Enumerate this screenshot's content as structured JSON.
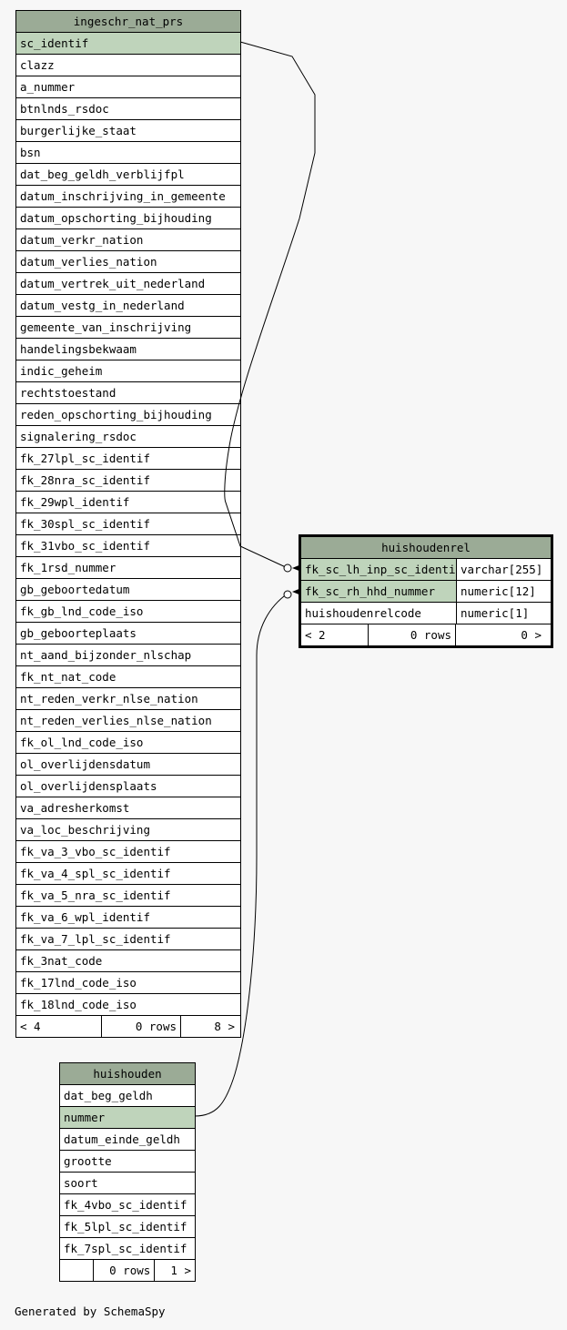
{
  "tables": {
    "ingeschr_nat_prs": {
      "title": "ingeschr_nat_prs",
      "columns": [
        "sc_identif",
        "clazz",
        "a_nummer",
        "btnlnds_rsdoc",
        "burgerlijke_staat",
        "bsn",
        "dat_beg_geldh_verblijfpl",
        "datum_inschrijving_in_gemeente",
        "datum_opschorting_bijhouding",
        "datum_verkr_nation",
        "datum_verlies_nation",
        "datum_vertrek_uit_nederland",
        "datum_vestg_in_nederland",
        "gemeente_van_inschrijving",
        "handelingsbekwaam",
        "indic_geheim",
        "rechtstoestand",
        "reden_opschorting_bijhouding",
        "signalering_rsdoc",
        "fk_27lpl_sc_identif",
        "fk_28nra_sc_identif",
        "fk_29wpl_identif",
        "fk_30spl_sc_identif",
        "fk_31vbo_sc_identif",
        "fk_1rsd_nummer",
        "gb_geboortedatum",
        "fk_gb_lnd_code_iso",
        "gb_geboorteplaats",
        "nt_aand_bijzonder_nlschap",
        "fk_nt_nat_code",
        "nt_reden_verkr_nlse_nation",
        "nt_reden_verlies_nlse_nation",
        "fk_ol_lnd_code_iso",
        "ol_overlijdensdatum",
        "ol_overlijdensplaats",
        "va_adresherkomst",
        "va_loc_beschrijving",
        "fk_va_3_vbo_sc_identif",
        "fk_va_4_spl_sc_identif",
        "fk_va_5_nra_sc_identif",
        "fk_va_6_wpl_identif",
        "fk_va_7_lpl_sc_identif",
        "fk_3nat_code",
        "fk_17lnd_code_iso",
        "fk_18lnd_code_iso"
      ],
      "footer": {
        "left": "< 4",
        "middle": "0 rows",
        "right": "8 >"
      }
    },
    "huishoudenrel": {
      "title": "huishoudenrel",
      "columns": [
        {
          "name": "fk_sc_lh_inp_sc_identif",
          "type": "varchar[255]"
        },
        {
          "name": "fk_sc_rh_hhd_nummer",
          "type": "numeric[12]"
        },
        {
          "name": "huishoudenrelcode",
          "type": "numeric[1]"
        }
      ],
      "footer": {
        "left": "< 2",
        "middle": "0 rows",
        "right": "0 >"
      }
    },
    "huishouden": {
      "title": "huishouden",
      "columns": [
        "dat_beg_geldh",
        "nummer",
        "datum_einde_geldh",
        "grootte",
        "soort",
        "fk_4vbo_sc_identif",
        "fk_5lpl_sc_identif",
        "fk_7spl_sc_identif"
      ],
      "footer": {
        "left": "",
        "middle": "0 rows",
        "right": "1 >"
      }
    }
  },
  "colors": {
    "header": "#9bab96",
    "key_row": "#bfd4bb",
    "background": "#f7f7f7"
  },
  "generated_by": "Generated by SchemaSpy"
}
